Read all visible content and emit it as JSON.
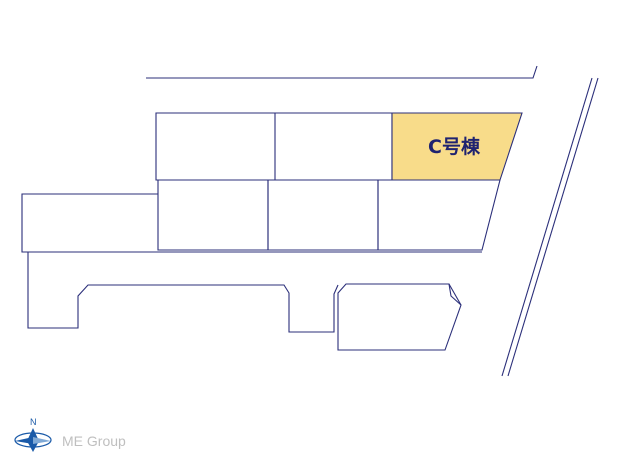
{
  "plan": {
    "highlighted_lot_label": "C号棟",
    "highlight_color": "#f8dc8a",
    "line_color": "#2b2f7a"
  },
  "compass": {
    "north_label": "N",
    "icon": "north-arrow-compass-icon",
    "color": "#1a5aa8"
  },
  "brand": {
    "name": "ME Group"
  }
}
